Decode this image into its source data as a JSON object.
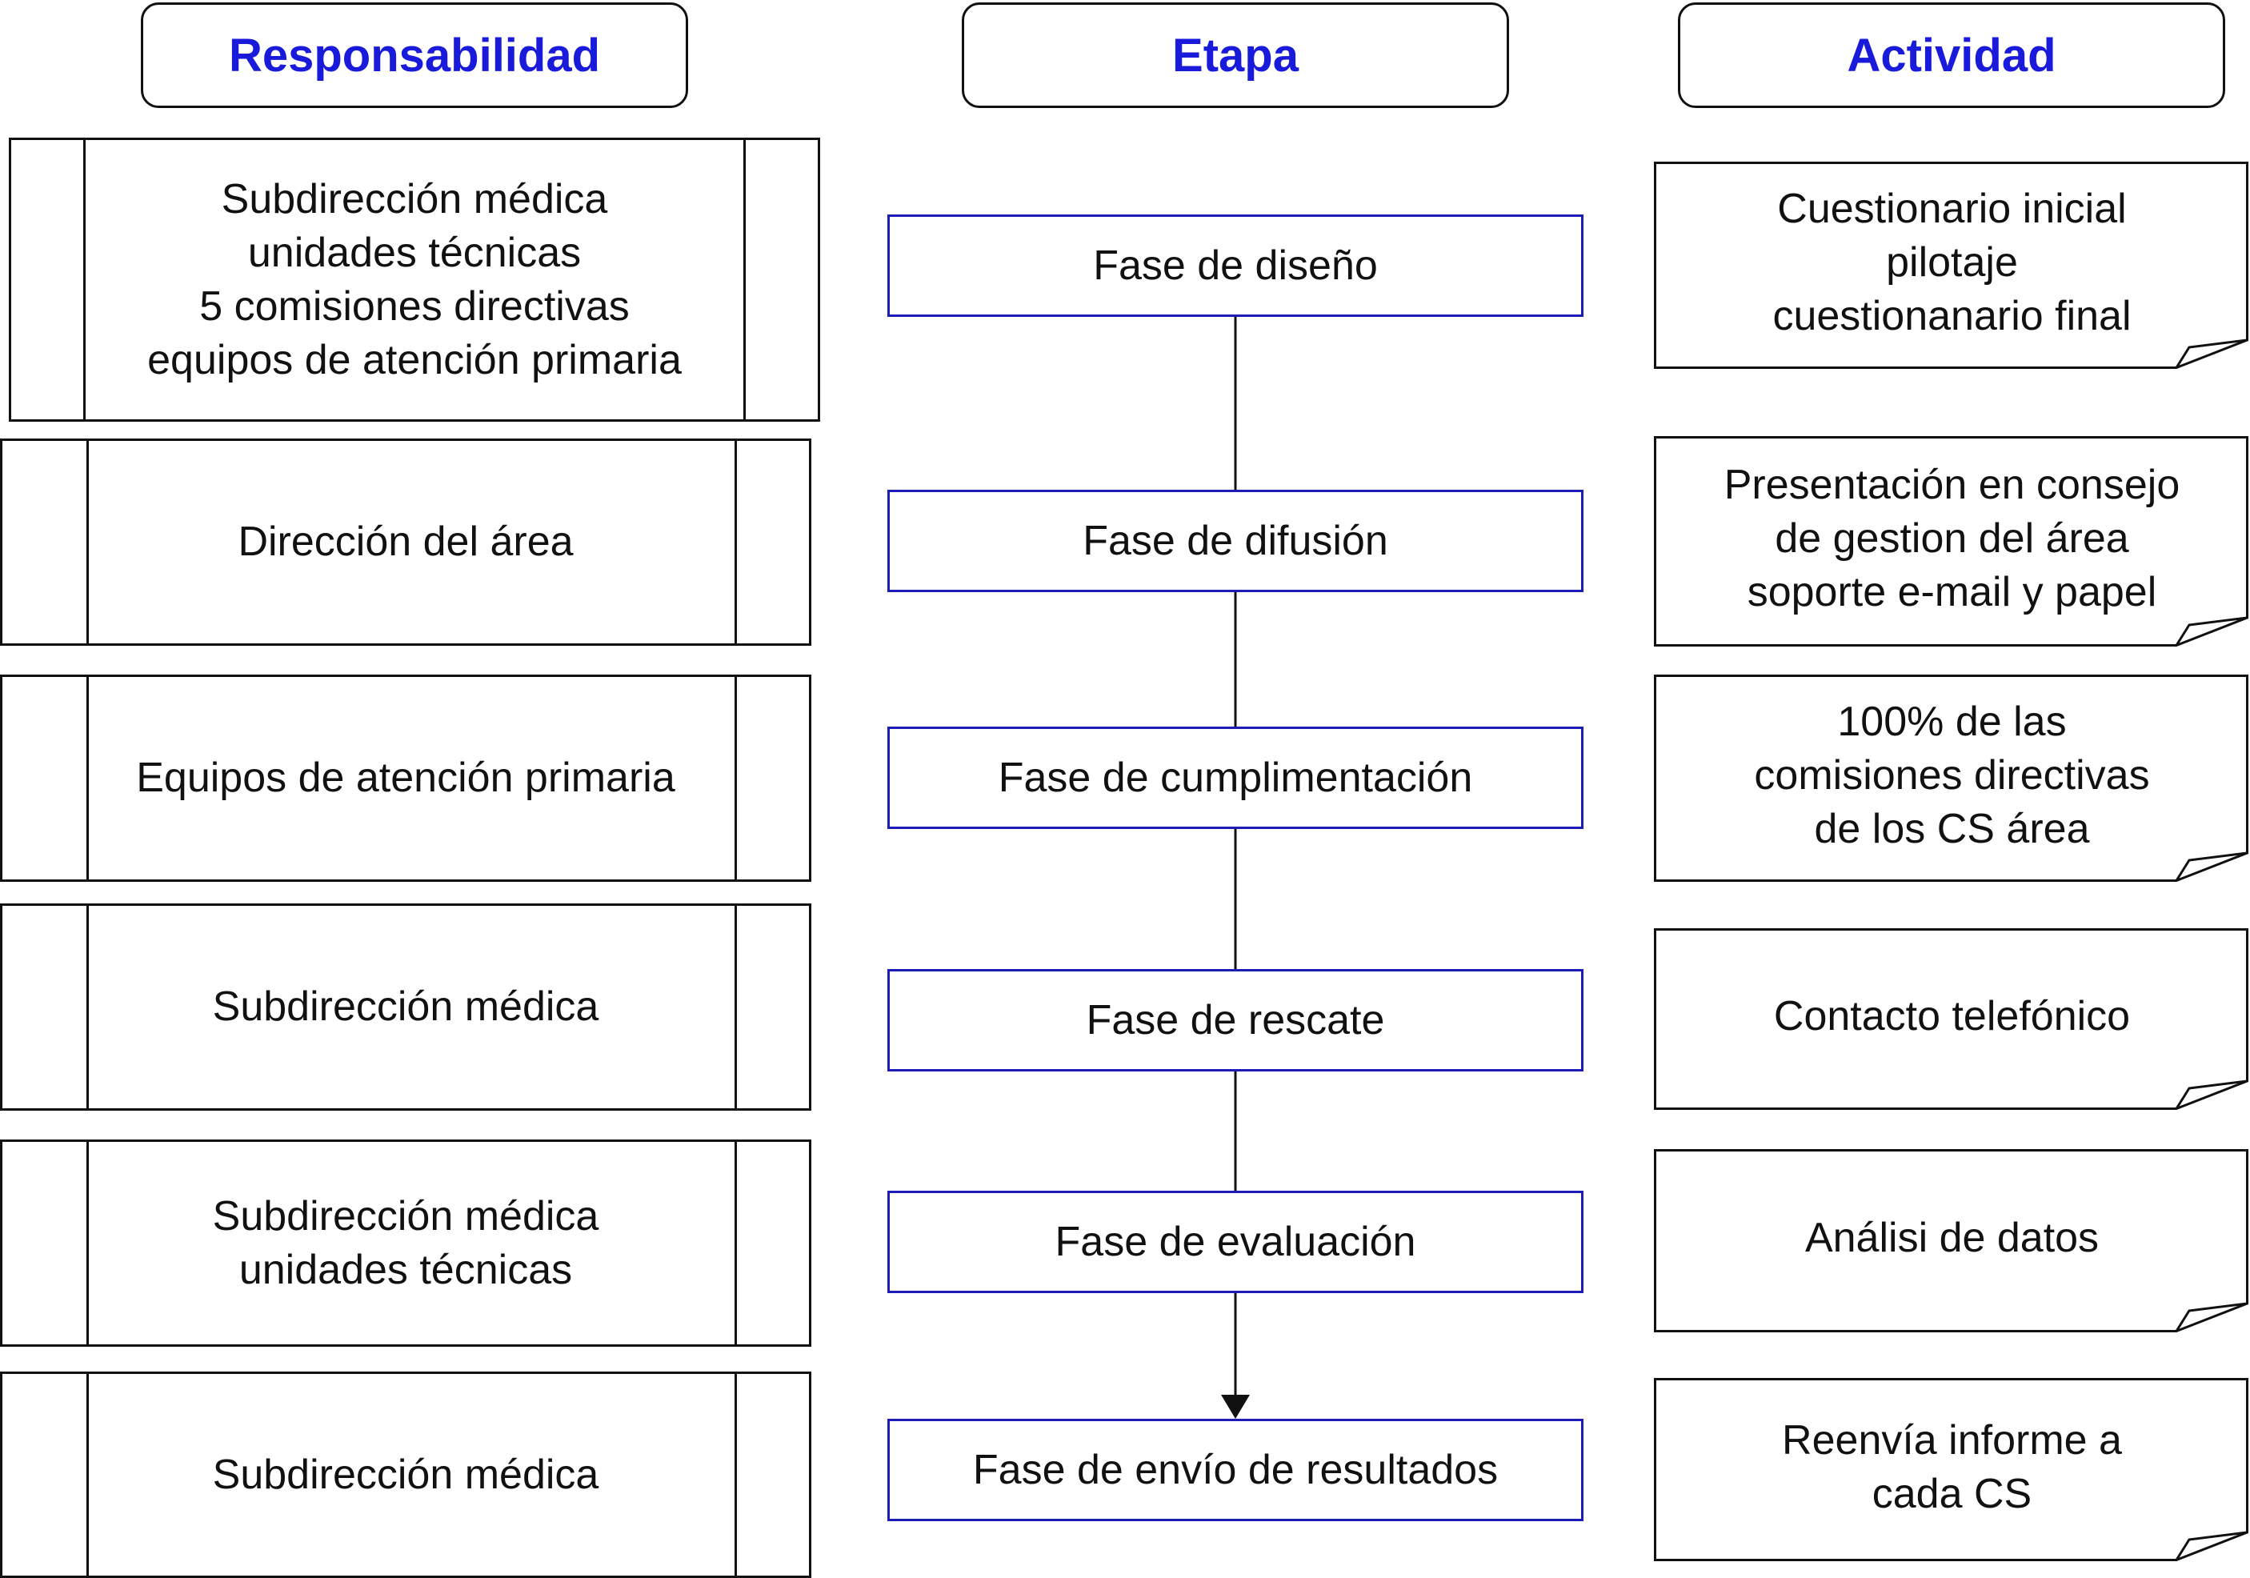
{
  "headers": {
    "responsibility": "Responsabilidad",
    "stage": "Etapa",
    "activity": "Actividad"
  },
  "rows": [
    {
      "responsibility": "Subdirección médica\nunidades técnicas\n5 comisiones directivas\nequipos de atención primaria",
      "stage": "Fase de diseño",
      "activity": "Cuestionario inicial\npilotaje\ncuestionanario final"
    },
    {
      "responsibility": "Dirección del área",
      "stage": "Fase de difusión",
      "activity": "Presentación en consejo\nde gestion del área\nsoporte e-mail y papel"
    },
    {
      "responsibility": "Equipos de atención primaria",
      "stage": "Fase de cumplimentación",
      "activity": "100% de las\ncomisiones directivas\nde los CS área"
    },
    {
      "responsibility": "Subdirección médica",
      "stage": "Fase de rescate",
      "activity": "Contacto telefónico"
    },
    {
      "responsibility": "Subdirección médica\nunidades técnicas",
      "stage": "Fase de evaluación",
      "activity": "Análisi de datos"
    },
    {
      "responsibility": "Subdirección médica",
      "stage": "Fase de envío de resultados",
      "activity": "Reenvía informe a\ncada CS"
    }
  ],
  "colors": {
    "header_text": "#1a1adb",
    "stage_border": "#1c1cb8",
    "line": "#111111"
  }
}
